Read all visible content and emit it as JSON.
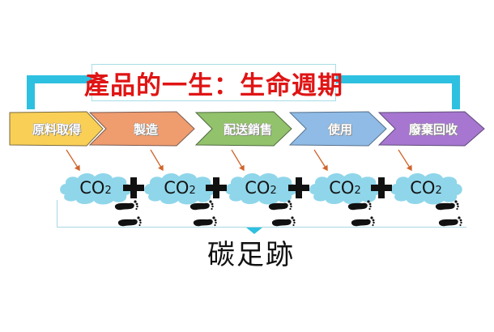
{
  "title": "產品的一生：生命週期",
  "stages": [
    {
      "label": "原料取得",
      "color": "#f9cf55"
    },
    {
      "label": "製造",
      "color": "#ef9c6f"
    },
    {
      "label": "配送銷售",
      "color": "#92c26b"
    },
    {
      "label": "使用",
      "color": "#8fbbe6"
    },
    {
      "label": "廢棄回收",
      "color": "#a676d0"
    }
  ],
  "emissions": [
    {
      "label": "CO",
      "subscript": "2"
    },
    {
      "label": "CO",
      "subscript": "2"
    },
    {
      "label": "CO",
      "subscript": "2"
    },
    {
      "label": "CO",
      "subscript": "2"
    },
    {
      "label": "CO",
      "subscript": "2"
    }
  ],
  "operator_icon": "plus-icon",
  "footprint_icon": "footprint-icon",
  "result_label": "碳足跡",
  "colors": {
    "bracket": "#2ec0e0",
    "title_text": "#e01414",
    "cloud": "#8fd6ea",
    "pointer": "#d0642a"
  }
}
